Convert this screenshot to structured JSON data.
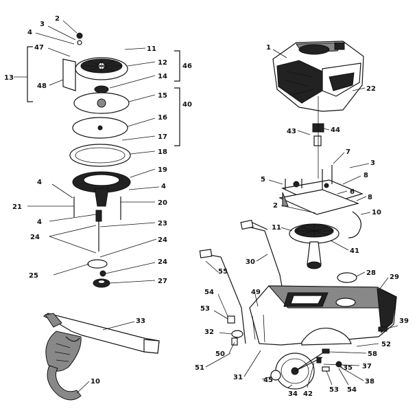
{
  "callouts": {
    "c2a": "2",
    "c3a": "3",
    "c4a": "4",
    "c47": "47",
    "c13": "13",
    "c48": "48",
    "c11a": "11",
    "c12": "12",
    "c14": "14",
    "c46": "46",
    "c15": "15",
    "c16": "16",
    "c17": "17",
    "c18": "18",
    "c19": "19",
    "c40": "40",
    "c4b": "4",
    "c21": "21",
    "c4c": "4",
    "c20": "20",
    "c4d": "4",
    "c23": "23",
    "c24a": "24",
    "c24b": "24",
    "c24c": "24",
    "c25": "25",
    "c27": "27",
    "c33": "33",
    "c10a": "10",
    "c1": "1",
    "c22": "22",
    "c43": "43",
    "c44": "44",
    "c7": "7",
    "c3b": "3",
    "c5": "5",
    "c8a": "8",
    "c6": "6",
    "c8b": "8",
    "c2b": "2",
    "c10b": "10",
    "c11b": "11",
    "c41": "41",
    "c55": "55",
    "c30": "30",
    "c28": "28",
    "c29": "29",
    "c54a": "54",
    "c49": "49",
    "c53a": "53",
    "c32": "32",
    "c39": "39",
    "c52": "52",
    "c50": "50",
    "c51": "51",
    "c58": "58",
    "c37": "37",
    "c35": "35",
    "c31": "31",
    "c45": "45",
    "c34": "34",
    "c42": "42",
    "c53b": "53",
    "c54b": "54",
    "c38": "38"
  }
}
